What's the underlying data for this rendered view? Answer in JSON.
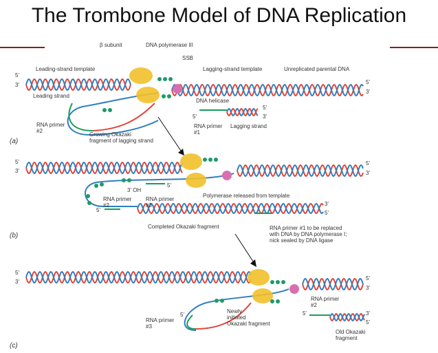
{
  "title": "The Trombone Model of DNA Replication",
  "colors": {
    "red_strand": "#e0453a",
    "blue_strand": "#2f7fc1",
    "green_strand": "#1a9c5a",
    "polymerase": "#f2c02a",
    "helicase": "#d96fb0",
    "ssb": "#1f9a6a",
    "rule": "#8a1c1c"
  },
  "panel_a": {
    "tag": "(a)",
    "beta_subunit": "β subunit",
    "dna_pol_iii": "DNA polymerase III",
    "ssb": "SSB",
    "leading_template": "Leading-strand template",
    "lagging_template": "Lagging-strand template",
    "unreplicated": "Unreplicated parental DNA",
    "leading_strand": "Leading strand",
    "dna_helicase": "DNA helicase",
    "rna_primer2": "RNA primer\n#2",
    "growing_okazaki": "Growing Okazaki\nfragment of lagging strand",
    "rna_primer1": "RNA primer\n#1",
    "lagging_strand": "Lagging strand",
    "p5a": "5'",
    "p3a": "3'",
    "p5b": "5'",
    "p3b": "3'",
    "p5c": "5'",
    "p3c": "3'",
    "p5d": "5'"
  },
  "panel_b": {
    "tag": "(b)",
    "oh": "3' OH",
    "p5": "5'",
    "rna_primer2": "RNA primer\n#2",
    "rna_primer3": "RNA primer\n#3",
    "released": "Polymerase released from template",
    "completed": "Completed Okazaki fragment",
    "replaced": "RNA primer #1 to be replaced\nwith DNA by DNA polymerase I;\nnick sealed by DNA ligase",
    "q5a": "5'",
    "q3a": "3'",
    "q5b": "5'",
    "q3b": "3'",
    "q5c": "5'",
    "q3c": "3'",
    "q5d": "5'"
  },
  "panel_c": {
    "tag": "(c)",
    "rna_primer2": "RNA primer\n#2",
    "rna_primer3": "RNA primer\n#3",
    "newly": "Newly\ninitiated\nOkazaki fragment",
    "old": "Old Okazaki\nfragment",
    "r5a": "5'",
    "r3a": "3'",
    "r5b": "5'",
    "r3b": "3'",
    "r5c": "5'",
    "r3c": "3'",
    "r5d": "5'",
    "r5e": "5'"
  }
}
